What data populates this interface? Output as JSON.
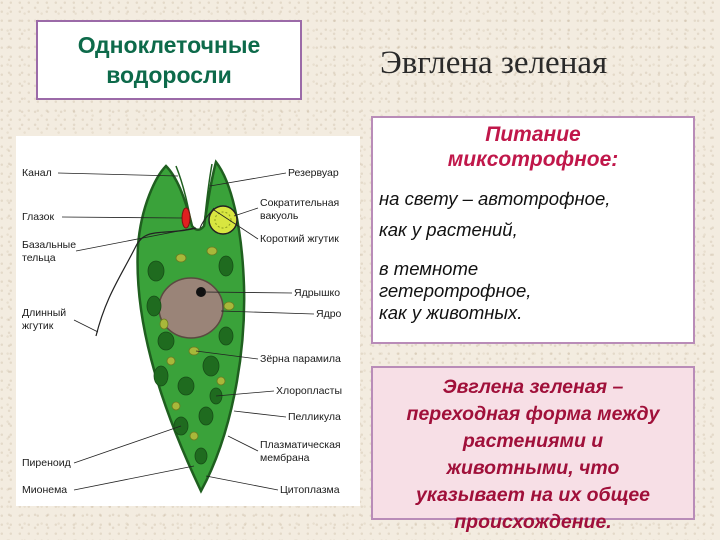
{
  "header": {
    "category_line1": "Одноклеточные",
    "category_line2": "водоросли",
    "title": "Эвглена зеленая"
  },
  "diagram": {
    "left_labels": [
      "Канал",
      "Глазок",
      "Базальные",
      "тельца",
      "Длинный",
      "жгутик",
      "Пиреноид",
      "Мионема"
    ],
    "right_labels": [
      "Резервуар",
      "Сократительная",
      "вакуоль",
      "Короткий жгутик",
      "Ядрышко",
      "Ядро",
      "Зёрна парамила",
      "Хлоропласты",
      "Пелликула",
      "Плазматическая",
      "мембрана",
      "Цитоплазма"
    ],
    "colors": {
      "cytoplasm": "#3aa23a",
      "chloroplast": "#1f6b1f",
      "paramylon": "#a8b83a",
      "nucleus": "#9a8478",
      "eyespot": "#e02020",
      "vacuole": "#d8e640"
    }
  },
  "nutrition": {
    "title_line1": "Питание",
    "title_line2": "миксотрофное:",
    "line1": "на свету – автотрофное,",
    "line2": "как у растений,",
    "line3": "в темноте",
    "line4": "гетеротрофное,",
    "line5": "как у животных."
  },
  "conclusion": {
    "line1": "Эвглена зеленая –",
    "line2": "переходная форма между",
    "line3": "растениями и",
    "line4": "животными, что",
    "line5": "указывает на их общее",
    "line6": "происхождение."
  }
}
